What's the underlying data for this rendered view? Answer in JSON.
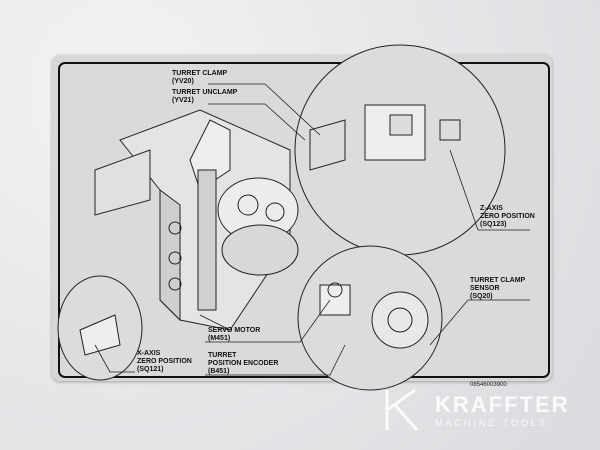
{
  "labels": {
    "turret_clamp": {
      "name": "TURRET CLAMP",
      "code": "(YV20)"
    },
    "turret_unclamp": {
      "name": "TURRET UNCLAMP",
      "code": "(YV21)"
    },
    "z_axis": {
      "name1": "Z-AXIS",
      "name2": "ZERO POSITION",
      "code": "(SQ123)"
    },
    "turret_clamp_sensor": {
      "name1": "TURRET CLAMP",
      "name2": "SENSOR",
      "code": "(SQ20)"
    },
    "servo_motor": {
      "name": "SERVO MOTOR",
      "code": "(M451)"
    },
    "encoder": {
      "name1": "TURRET",
      "name2": "POSITION ENCODER",
      "code": "(B451)"
    },
    "x_axis": {
      "name1": "X-AXIS",
      "name2": "ZERO POSITION",
      "code": "(SQ121)"
    }
  },
  "part_number": "08546003900",
  "watermark": {
    "brand": "KRAFFTER",
    "tagline": "MACHINE TOOLS"
  }
}
